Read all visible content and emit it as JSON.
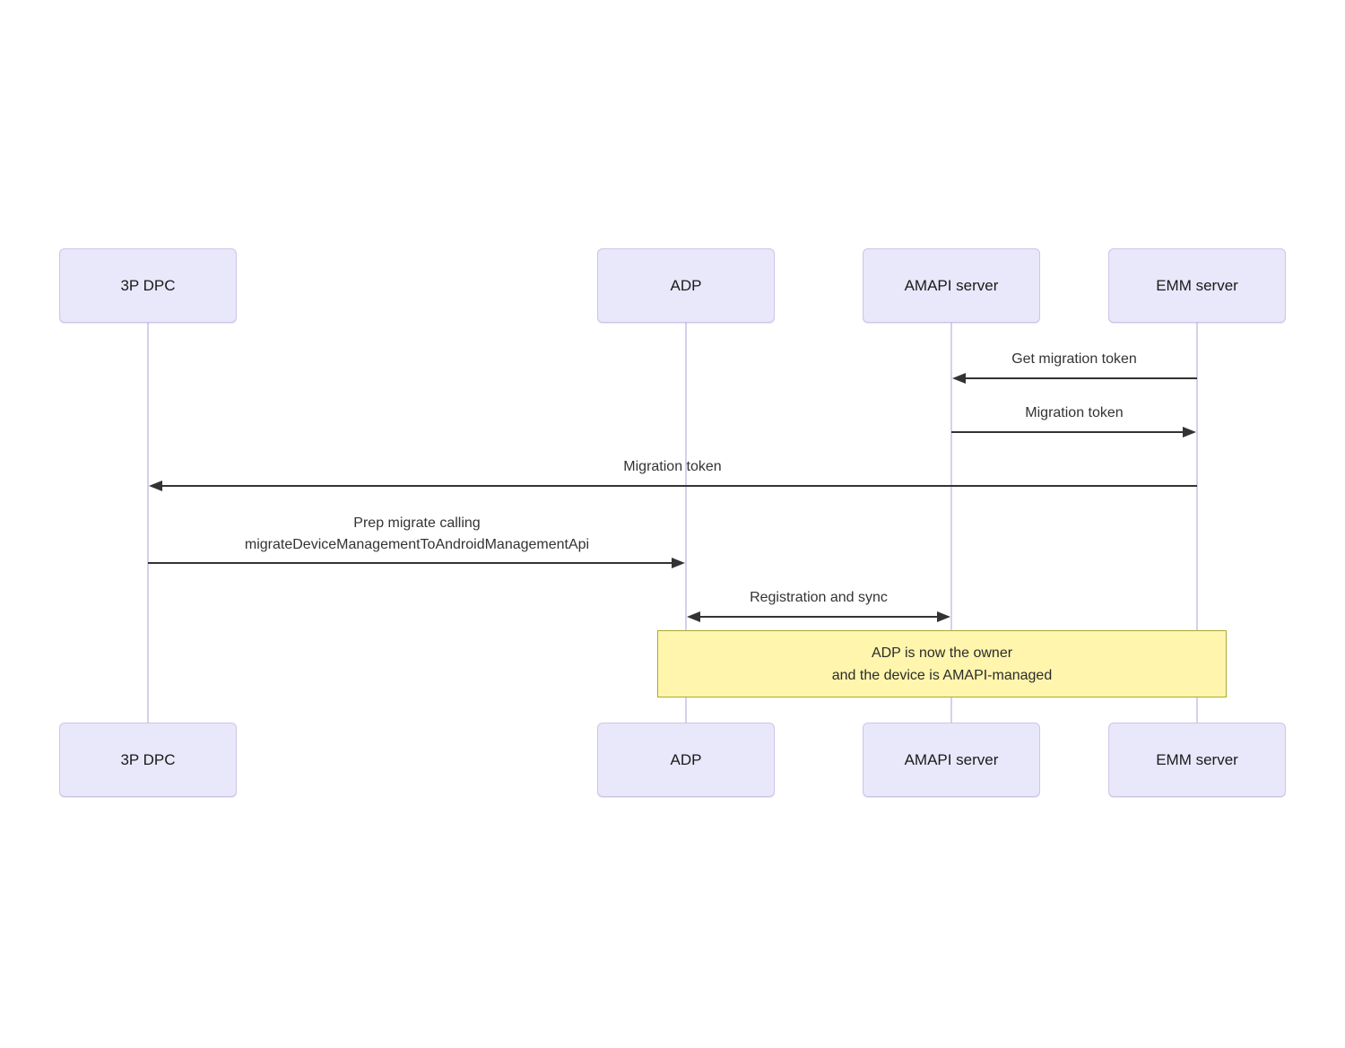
{
  "diagram": {
    "type": "sequence",
    "actors": [
      {
        "id": "3p-dpc",
        "label": "3P DPC"
      },
      {
        "id": "adp",
        "label": "ADP"
      },
      {
        "id": "amapi-server",
        "label": "AMAPI server"
      },
      {
        "id": "emm-server",
        "label": "EMM server"
      }
    ],
    "messages": [
      {
        "from": "EMM server",
        "to": "AMAPI server",
        "label": "Get migration token",
        "arrow": "left"
      },
      {
        "from": "AMAPI server",
        "to": "EMM server",
        "label": "Migration token",
        "arrow": "right"
      },
      {
        "from": "EMM server",
        "to": "3P DPC",
        "label": "Migration token",
        "arrow": "left"
      },
      {
        "from": "3P DPC",
        "to": "ADP",
        "label_line1": "Prep migrate calling",
        "label_line2": "migrateDeviceManagementToAndroidManagementApi",
        "arrow": "right"
      },
      {
        "from": "ADP",
        "to": "AMAPI server",
        "label": "Registration and sync",
        "arrow": "both"
      }
    ],
    "note": {
      "line1": "ADP is now the owner",
      "line2": "and the device is AMAPI-managed"
    },
    "colors": {
      "actor_fill": "#e9e7fa",
      "actor_border": "#cdc5ea",
      "lifeline": "#d5d0ec",
      "arrow": "#333333",
      "message_text": "#333333",
      "note_fill": "#fff5ad",
      "note_border": "#aaaa33"
    }
  }
}
